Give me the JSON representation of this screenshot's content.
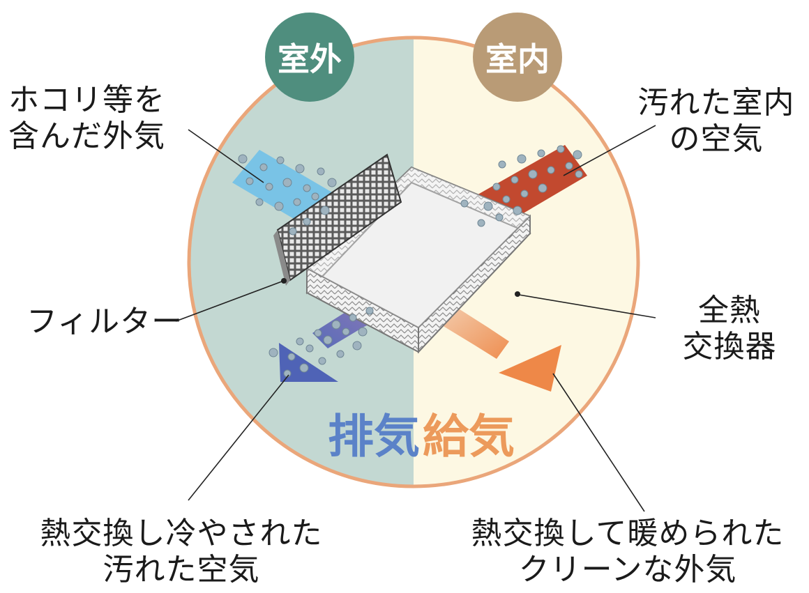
{
  "colors": {
    "outdoor_bg": "#c3d8d2",
    "indoor_bg": "#fdf8e3",
    "circle_border": "#eaa67a",
    "outdoor_badge": "#4f8e7e",
    "indoor_badge": "#b99b76",
    "exhaust_text": "#5b82c8",
    "supply_text": "#ec9a5b",
    "exhaust_arrow": "#4f63b6",
    "supply_arrow": "#ee8848",
    "dirty_air": "#c2492f",
    "dusty_air": "#6cc0ea"
  },
  "sides": {
    "outdoor": "室外",
    "indoor": "室内"
  },
  "flows": {
    "exhaust": "排気",
    "supply": "給気"
  },
  "labels": {
    "dusty_outdoor_air": [
      "ホコリ等を",
      "含んだ外気"
    ],
    "dirty_indoor_air": [
      "汚れた室内",
      "の空気"
    ],
    "filter": "フィルター",
    "heat_exchanger": [
      "全熱",
      "交換器"
    ],
    "cooled_dirty_air": [
      "熱交換し冷やされた",
      "汚れた空気"
    ],
    "warmed_clean_air": [
      "熱交換して暖められた",
      "クリーンな外気"
    ]
  },
  "icons": {
    "filter": "filter-panel-icon",
    "exchanger": "heat-exchanger-core-icon",
    "particles": "dust-particle-icon"
  }
}
